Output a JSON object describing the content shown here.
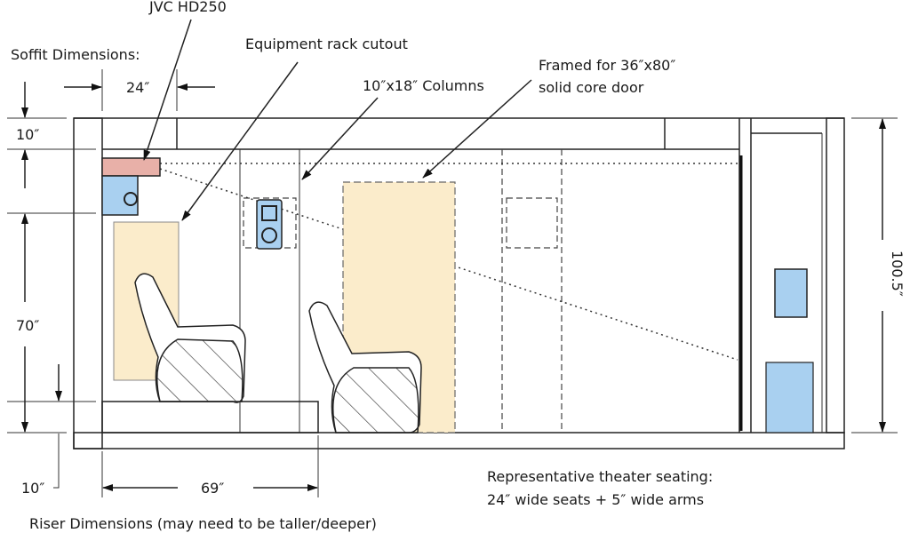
{
  "labels": {
    "projector": "JVC HD250",
    "soffit_title": "Soffit Dimensions:",
    "equipment_rack": "Equipment rack cutout",
    "columns": "10″x18″ Columns",
    "door_line1": "Framed for 36″x80″",
    "door_line2": "solid core door",
    "seating_line1": "Representative theater seating:",
    "seating_line2": "24″ wide seats + 5″ wide arms",
    "riser": "Riser Dimensions (may need to be taller/deeper)"
  },
  "dimensions": {
    "soffit_width": "24″",
    "soffit_height": "10″",
    "wall_height": "70″",
    "riser_height": "10″",
    "riser_depth": "69″",
    "room_height": "100.5″"
  },
  "colors": {
    "cutout_fill": "#fbeccb",
    "equipment_blue": "#a9d0f0",
    "projector_red": "#e8b0a8"
  }
}
